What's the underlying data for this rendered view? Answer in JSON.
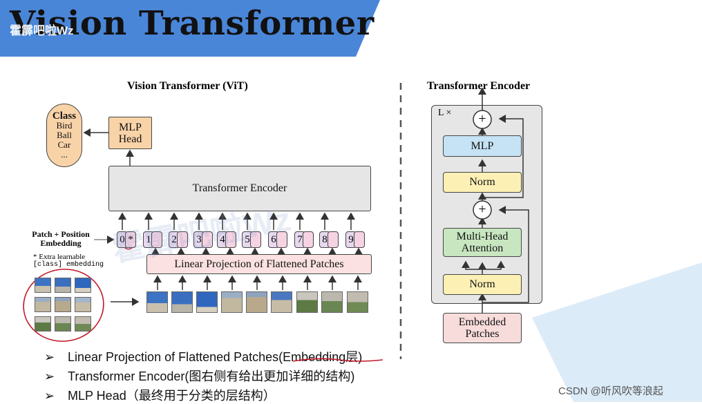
{
  "header": {
    "title": "Vision Transformer",
    "watermark": "霍霹吧啦Wz",
    "banner_color": "#4a86d8"
  },
  "vit": {
    "title": "Vision Transformer (ViT)",
    "class_box": {
      "heading": "Class",
      "items": [
        "Bird",
        "Ball",
        "Car",
        "..."
      ]
    },
    "mlp_head": "MLP\nHead",
    "transformer_encoder": "Transformer Encoder",
    "patch_pos_label": "Patch + Position\nEmbedding",
    "extra_learnable": "* Extra learnable",
    "class_embedding": "[class] embedding",
    "tokens": [
      "0",
      "1",
      "2",
      "3",
      "4",
      "5",
      "6",
      "7",
      "8",
      "9"
    ],
    "class_token_mark": "*",
    "linear_projection": "Linear Projection of Flattened Patches"
  },
  "encoder": {
    "title": "Transformer Encoder",
    "lx": "L ×",
    "mlp": "MLP",
    "norm_top": "Norm",
    "multi_head": "Multi-Head\nAttention",
    "norm_bottom": "Norm",
    "embedded_patches": "Embedded\nPatches",
    "plus": "+"
  },
  "bullets": [
    {
      "text": "Linear Projection of Flattened Patches(Embedding层)"
    },
    {
      "text": "Transformer Encoder(图右侧有给出更加详细的结构)"
    },
    {
      "text": "MLP Head（最终用于分类的层结构）"
    }
  ],
  "bullet_mark": "➢",
  "footer": {
    "credit": "CSDN @听风吹等浪起"
  },
  "colors": {
    "mlp_head": "#f9d3a8",
    "class_box": "#f9d3a8",
    "encoder_box": "#e6e6e6",
    "token_patch": "#f5d3e3",
    "token_pos": "#e6d9ee",
    "mlp": "#c6e2f5",
    "norm": "#fdf0b4",
    "attention": "#c8e6c0",
    "embedded": "#f8dcdc",
    "annotation_red": "#c0182a"
  }
}
